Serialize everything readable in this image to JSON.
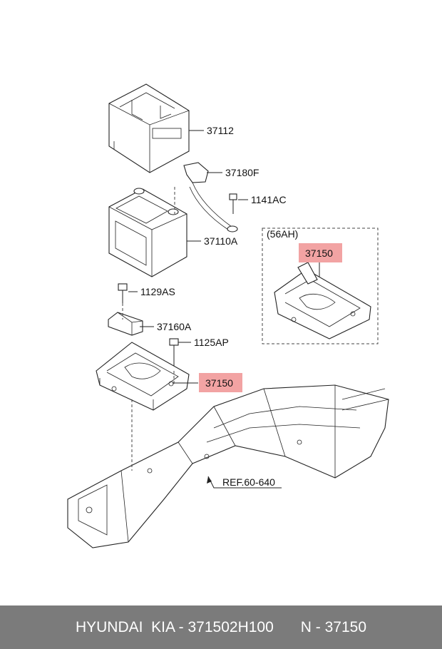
{
  "callouts": {
    "cover": "37112",
    "cable": "37180F",
    "bolt_cable": "1141AC",
    "battery": "37110A",
    "variant_note": "(56AH)",
    "tray_variant": "37150",
    "bolt_clamp": "1129AS",
    "clamp": "37160A",
    "bolt_tray": "1125AP",
    "tray_main": "37150",
    "reference": "REF.60-640"
  },
  "colors": {
    "highlight": "#f2a3a3",
    "footer_bg": "#7b7b7b",
    "footer_text": "#ffffff"
  },
  "footer": {
    "part_code": "HYUNDAI  KIA - 371502H100",
    "ref_code": "N - 37150"
  }
}
